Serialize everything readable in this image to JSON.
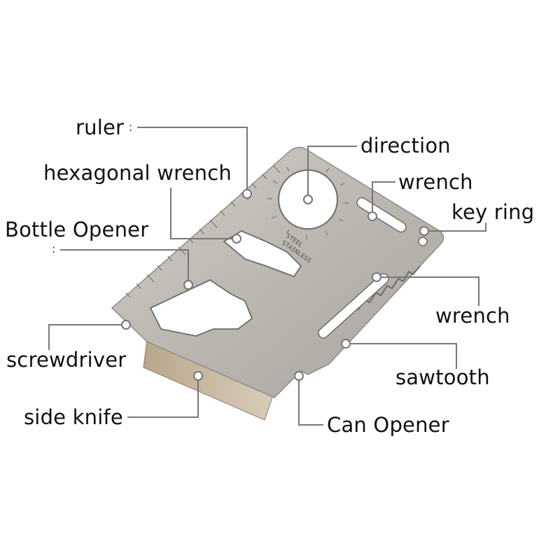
{
  "diagram": {
    "subject": "credit card multi-tool",
    "engraving": [
      "STAINLESS",
      "STEEL"
    ],
    "colors": {
      "background": "#ffffff",
      "metal": "#bdbab5",
      "metal_dark": "#8f8b85",
      "edge_bevel": "#c9b8a0",
      "leader_line": "#777777",
      "label_text": "#111111"
    },
    "labels": [
      {
        "id": "ruler",
        "text": "ruler",
        "suffix": ":"
      },
      {
        "id": "hexagonal-wrench",
        "text": "hexagonal wrench"
      },
      {
        "id": "bottle-opener",
        "text": "Bottle Opener",
        "suffix": ":"
      },
      {
        "id": "screwdriver",
        "text": "screwdriver"
      },
      {
        "id": "side-knife",
        "text": "side knife"
      },
      {
        "id": "direction",
        "text": "direction"
      },
      {
        "id": "wrench-top",
        "text": "wrench"
      },
      {
        "id": "key-ring",
        "text": "key ring"
      },
      {
        "id": "wrench-right",
        "text": "wrench"
      },
      {
        "id": "sawtooth",
        "text": "sawtooth"
      },
      {
        "id": "can-opener",
        "text": "Can Opener"
      }
    ]
  }
}
